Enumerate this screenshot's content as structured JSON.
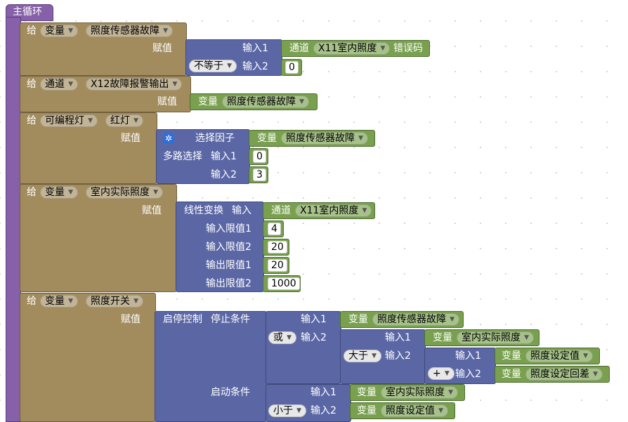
{
  "main_loop": "主循环",
  "give": "给",
  "assign": "赋值",
  "input1": "输入1",
  "input2": "输入2",
  "var": "变量",
  "channel": "通道",
  "b1": {
    "target": "照度传感器故障",
    "ch": "X11室内照度",
    "err": "错误码",
    "op": "不等于",
    "val": "0"
  },
  "b2": {
    "target": "X12故障报警输出",
    "src": "照度传感器故障"
  },
  "b3": {
    "kind": "可编程灯",
    "target": "红灯",
    "selector": "选择因子",
    "src": "照度传感器故障",
    "mux": "多路选择",
    "v1": "0",
    "v2": "3"
  },
  "b4": {
    "target": "室内实际照度",
    "linear": "线性变换",
    "input": "输入",
    "ch": "X11室内照度",
    "in_lim1": "输入限值1",
    "in_lim2": "输入限值2",
    "out_lim1": "输出限值1",
    "out_lim2": "输出限值2",
    "v_in1": "4",
    "v_in2": "20",
    "v_out1": "20",
    "v_out2": "1000"
  },
  "b5": {
    "target": "照度开关",
    "ss": "启停控制",
    "stop": "停止条件",
    "start": "启动条件",
    "fault": "照度传感器故障",
    "or": "或",
    "actual": "室内实际照度",
    "gt": "大于",
    "setpoint": "照度设定值",
    "plus": "+",
    "hyst": "照度设定回差",
    "lt": "小于"
  }
}
